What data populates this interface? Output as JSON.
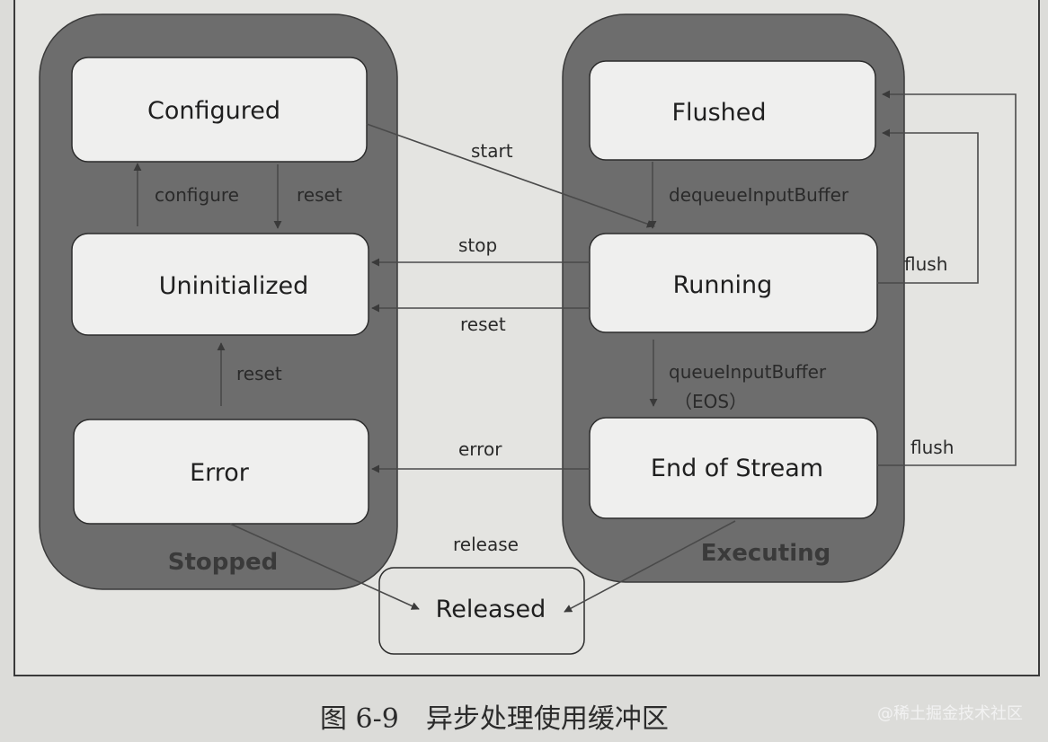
{
  "diagram": {
    "groups": {
      "stopped": "Stopped",
      "executing": "Executing"
    },
    "states": {
      "configured": "Configured",
      "uninitialized": "Uninitialized",
      "error": "Error",
      "flushed": "Flushed",
      "running": "Running",
      "end_of_stream": "End of Stream",
      "released": "Released"
    },
    "edges": {
      "configure": "configure",
      "reset_configured_to_uninit": "reset",
      "reset_error_to_uninit": "reset",
      "start": "start",
      "stop": "stop",
      "reset_running": "reset",
      "error": "error",
      "release": "release",
      "dequeue": "dequeueInputBuffer",
      "queue_line1": "queueInputBuffer",
      "queue_line2": "（EOS）",
      "flush_running": "flush",
      "flush_eos": "flush"
    }
  },
  "caption": "图 6-9　异步处理使用缓冲区",
  "watermark": "@稀土掘金技术社区"
}
